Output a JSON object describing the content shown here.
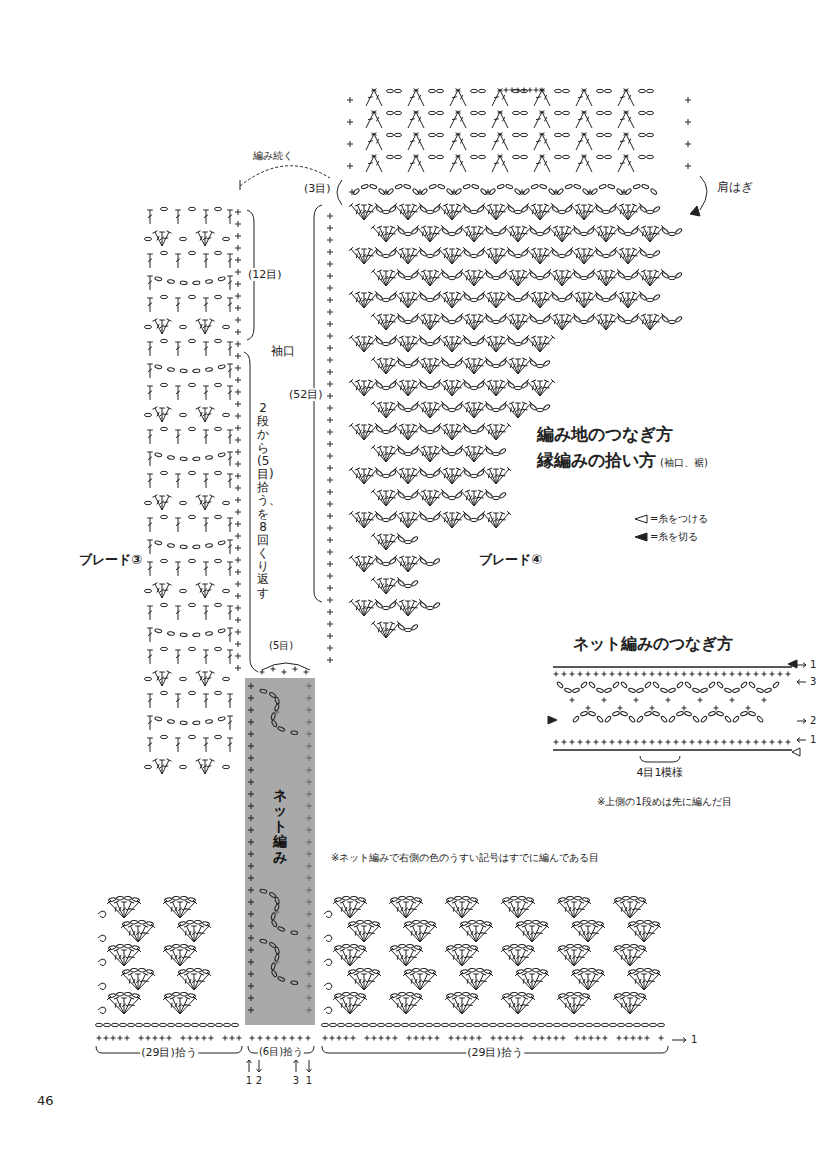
{
  "diagram": {
    "nodes": [
      {
        "text": [
          "ネット編み"
        ]
      }
    ],
    "labels": [
      "編み続く",
      "(3目)",
      "肩はぎ",
      "(12目)",
      "袖口",
      "(52目)",
      "2段から(5目)拾う、を8回くり返す",
      "ブレード③",
      "ブレード④",
      "編み地のつなぎ方",
      "縁編みの拾い方",
      "(袖口、裾)",
      "ネット編みのつなぎ方",
      "1",
      "3",
      "2",
      "1",
      "4目1模様",
      "※上側の1段めは先に編んだ目",
      "(5目)",
      "※ネット編みで右側の色のうすい記号はすでに編んである目",
      "(29目)拾う",
      "(6目)拾う",
      "(29目)拾う",
      "1",
      "1",
      "2",
      "3",
      "1",
      "46"
    ],
    "legend": [
      {
        "text": "=糸をつける"
      },
      {
        "text": "=糸を切る"
      }
    ]
  }
}
